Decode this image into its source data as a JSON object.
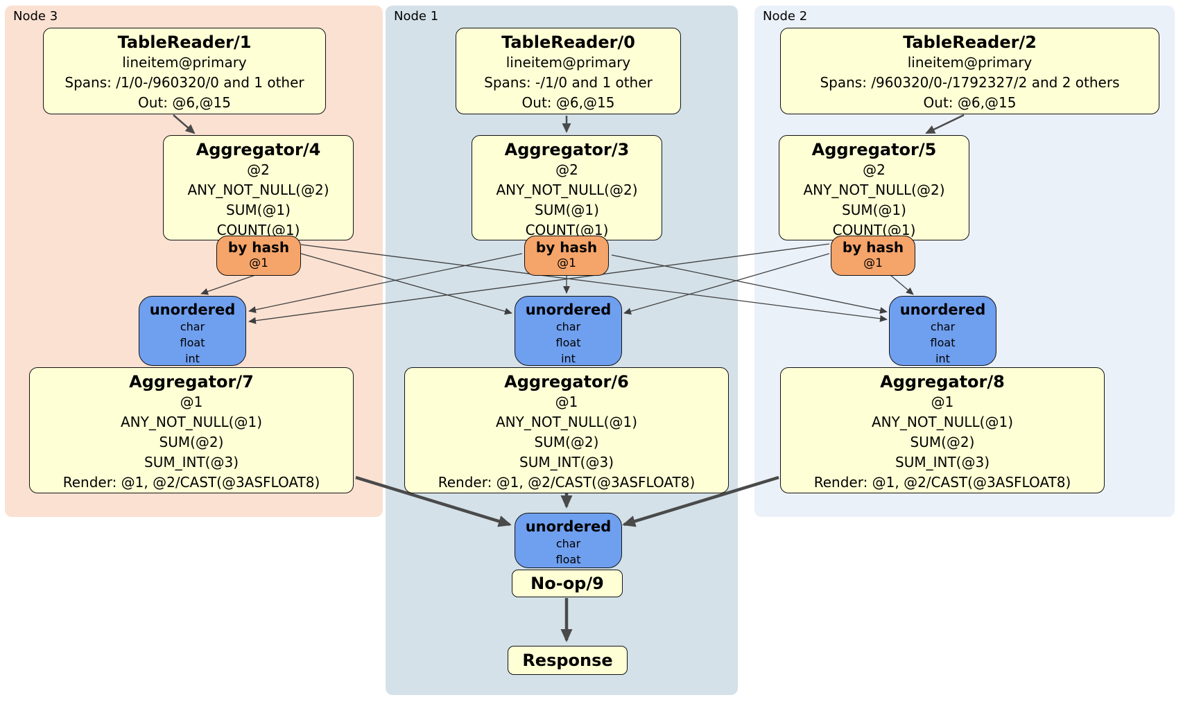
{
  "regions": {
    "node3": {
      "label": "Node 3"
    },
    "node1": {
      "label": "Node 1"
    },
    "node2": {
      "label": "Node 2"
    }
  },
  "processors": {
    "tablereader1": {
      "title": "TableReader/1",
      "index": "lineitem@primary",
      "spans": "Spans: /1/0-/960320/0 and 1 other",
      "out": "Out: @6,@15"
    },
    "tablereader0": {
      "title": "TableReader/0",
      "index": "lineitem@primary",
      "spans": "Spans: -/1/0 and 1 other",
      "out": "Out: @6,@15"
    },
    "tablereader2": {
      "title": "TableReader/2",
      "index": "lineitem@primary",
      "spans": "Spans: /960320/0-/1792327/2 and 2 others",
      "out": "Out: @6,@15"
    },
    "aggregator4": {
      "title": "Aggregator/4",
      "group": "@2",
      "fns": [
        "ANY_NOT_NULL(@2)",
        "SUM(@1)",
        "COUNT(@1)"
      ]
    },
    "aggregator3": {
      "title": "Aggregator/3",
      "group": "@2",
      "fns": [
        "ANY_NOT_NULL(@2)",
        "SUM(@1)",
        "COUNT(@1)"
      ]
    },
    "aggregator5": {
      "title": "Aggregator/5",
      "group": "@2",
      "fns": [
        "ANY_NOT_NULL(@2)",
        "SUM(@1)",
        "COUNT(@1)"
      ]
    },
    "aggregator7": {
      "title": "Aggregator/7",
      "group": "@1",
      "fns": [
        "ANY_NOT_NULL(@1)",
        "SUM(@2)",
        "SUM_INT(@3)"
      ],
      "render": "Render: @1, @2/CAST(@3ASFLOAT8)"
    },
    "aggregator6": {
      "title": "Aggregator/6",
      "group": "@1",
      "fns": [
        "ANY_NOT_NULL(@1)",
        "SUM(@2)",
        "SUM_INT(@3)"
      ],
      "render": "Render: @1, @2/CAST(@3ASFLOAT8)"
    },
    "aggregator8": {
      "title": "Aggregator/8",
      "group": "@1",
      "fns": [
        "ANY_NOT_NULL(@1)",
        "SUM(@2)",
        "SUM_INT(@3)"
      ],
      "render": "Render: @1, @2/CAST(@3ASFLOAT8)"
    },
    "noop9": {
      "title": "No-op/9"
    },
    "response": {
      "title": "Response"
    }
  },
  "routers": {
    "byhash_node3": {
      "title": "by hash",
      "key": "@1"
    },
    "byhash_node1": {
      "title": "by hash",
      "key": "@1"
    },
    "byhash_node2": {
      "title": "by hash",
      "key": "@1"
    }
  },
  "streams": {
    "unordered_node3": {
      "title": "unordered",
      "types": [
        "char",
        "float",
        "int"
      ]
    },
    "unordered_node1": {
      "title": "unordered",
      "types": [
        "char",
        "float",
        "int"
      ]
    },
    "unordered_node2": {
      "title": "unordered",
      "types": [
        "char",
        "float",
        "int"
      ]
    },
    "unordered_final": {
      "title": "unordered",
      "types": [
        "char",
        "float"
      ]
    }
  },
  "colors": {
    "node3_background": "#fbe1d2",
    "node1_background": "#d4e1e9",
    "node2_background": "#ebf1f9",
    "processor_fill": "#ffffd6",
    "router_fill": "#f5a46a",
    "stream_fill": "#6f9fef",
    "edge": "#4a4a4a"
  }
}
